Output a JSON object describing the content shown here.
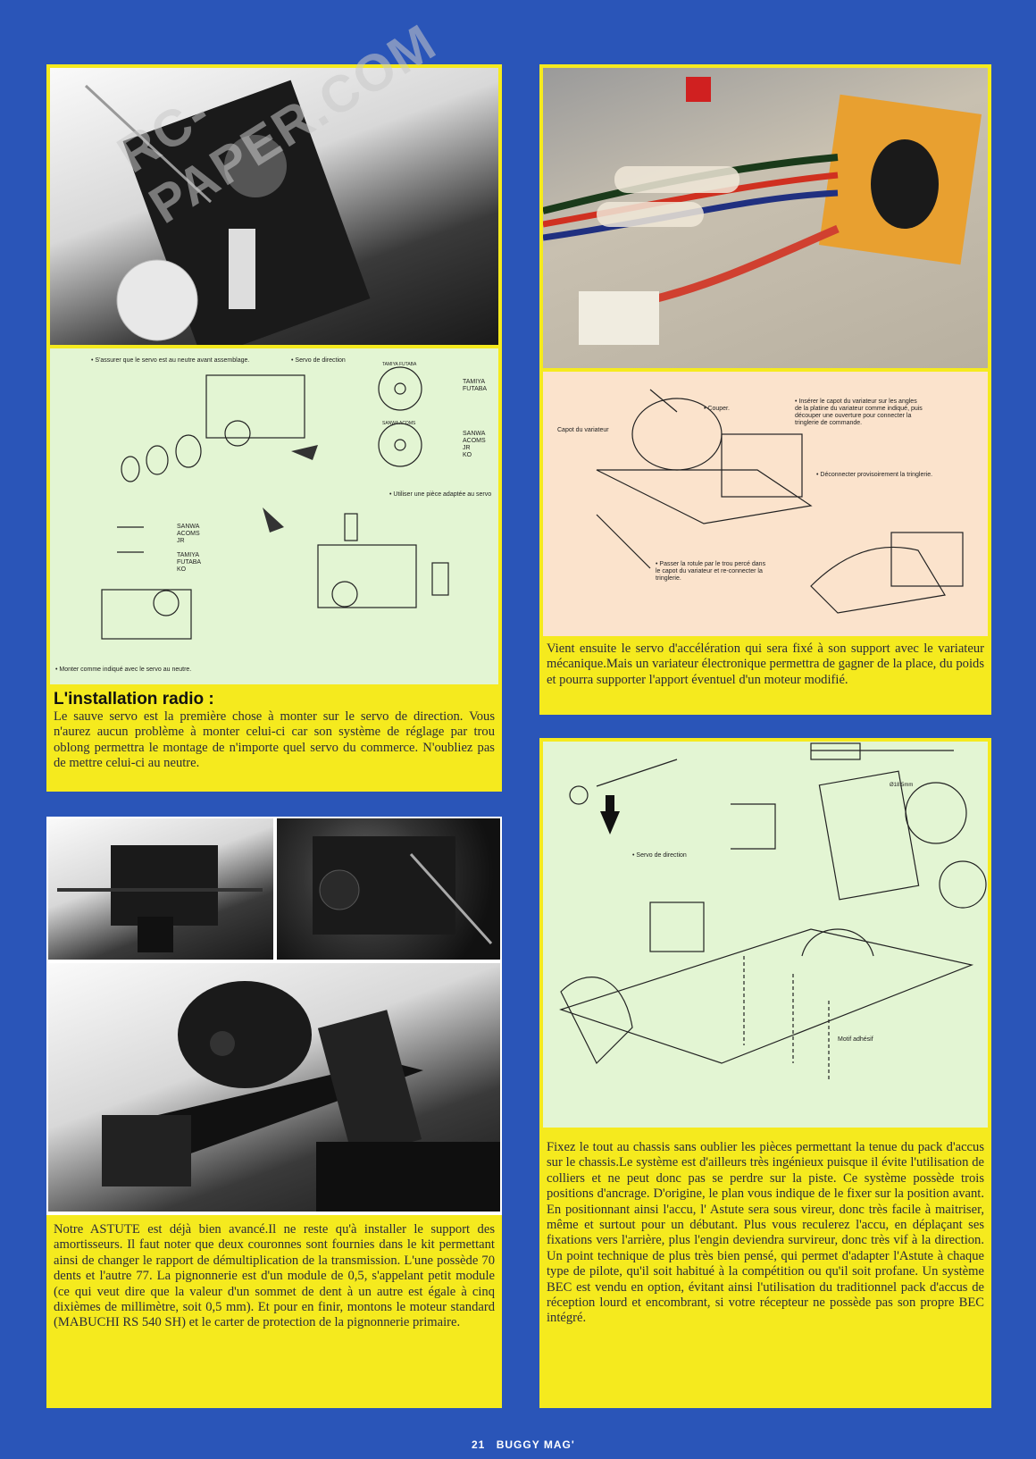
{
  "watermark": "RC-PAPER.COM",
  "panel1": {
    "diagram": {
      "labels": {
        "servo_neutral": "• S'assurer que le servo est au neutre avant assemblage.",
        "servo_direction": "• Servo de direction",
        "brand_a": "TAMIYA\nFUTABA",
        "brand_b": "SANWA\nACOMS\nJR\nKO",
        "brand_c": "SANWA\nACOMS\nJR",
        "brand_d": "TAMIYA\nFUTABA\nKO",
        "adapted_piece": "• Utiliser une pièce adaptée au servo",
        "mount": "• Monter comme indiqué avec le servo au neutre.",
        "disc1": "TAMIYA  FUTABA",
        "disc2": "SANWA  ACOMS"
      }
    },
    "heading": "L'installation radio :",
    "text": "Le sauve servo est la première chose à monter sur le servo de direction. Vous n'aurez aucun problème à monter celui-ci car son système de réglage par trou oblong permettra le montage de n'importe quel servo du commerce. N'oubliez pas de mettre celui-ci au neutre."
  },
  "panel2": {
    "diagram": {
      "labels": {
        "couper": "• Couper.",
        "capot": "Capot du variateur",
        "inserer": "• Insérer le capot du variateur sur les angles\nde la platine du variateur comme indiqué, puis\ndécouper une ouverture pour connecter la\ntringlerie de commande.",
        "deconnecter": "• Déconnecter provisoirement la tringlerie.",
        "passer": "• Passer la rotule par le trou percé dans\nle capot du variateur et re-connecter la\ntringlerie."
      }
    },
    "text": "Vient ensuite le servo d'accélération qui sera fixé à son support avec le variateur mécanique.Mais un variateur électronique permettra de gagner de la place, du poids et pourra supporter l'apport éventuel d'un moteur modifié."
  },
  "panel3": {
    "text": "Notre ASTUTE est déjà bien avancé.Il ne reste qu'à installer le support des amortisseurs. Il faut noter que deux couronnes sont fournies dans le kit permettant ainsi de changer le rapport de démultiplication de la transmission. L'une possède 70 dents et l'autre 77. La pignonnerie est d'un module de 0,5, s'appelant petit module (ce qui veut dire que la valeur d'un sommet de dent à un autre est égale à cinq dixièmes de millimètre, soit 0,5 mm). Et pour en finir, montons le moteur standard (MABUCHI RS 540 SH) et le carter de protection de la pignonnerie primaire."
  },
  "panel4": {
    "diagram": {
      "labels": {
        "servo_direction": "• Servo de direction",
        "dimension": "Ø18.5mm",
        "motif": "Motif adhésif"
      }
    },
    "text": "Fixez le tout au chassis sans oublier les pièces permettant la tenue du pack d'accus sur le chassis.Le système est d'ailleurs très ingénieux puisque il évite l'utilisation de colliers et ne peut donc pas se perdre sur la piste. Ce système possède trois positions d'ancrage. D'origine, le plan vous indique de le fixer sur la position avant. En positionnant ainsi l'accu, l' Astute sera sous vireur, donc très facile à maitriser, même et surtout pour un débutant. Plus vous reculerez l'accu, en déplaçant ses fixations vers l'arrière, plus l'engin deviendra survireur, donc très vif à la direction. Un point technique de plus très bien pensé, qui permet d'adapter l'Astute à chaque type de pilote, qu'il soit habitué à la compétition ou qu'il soit profane. Un système BEC est vendu en option, évitant ainsi l'utilisation du traditionnel pack d'accus de réception lourd et encombrant, si votre récepteur ne possède pas son propre BEC intégré."
  },
  "footer": {
    "page": "21",
    "magazine": "BUGGY MAG'"
  },
  "colors": {
    "background": "#2a55b8",
    "caption": "#f5ea1e",
    "diagram_green": "#e3f5d3",
    "diagram_peach": "#fbe3cc"
  }
}
